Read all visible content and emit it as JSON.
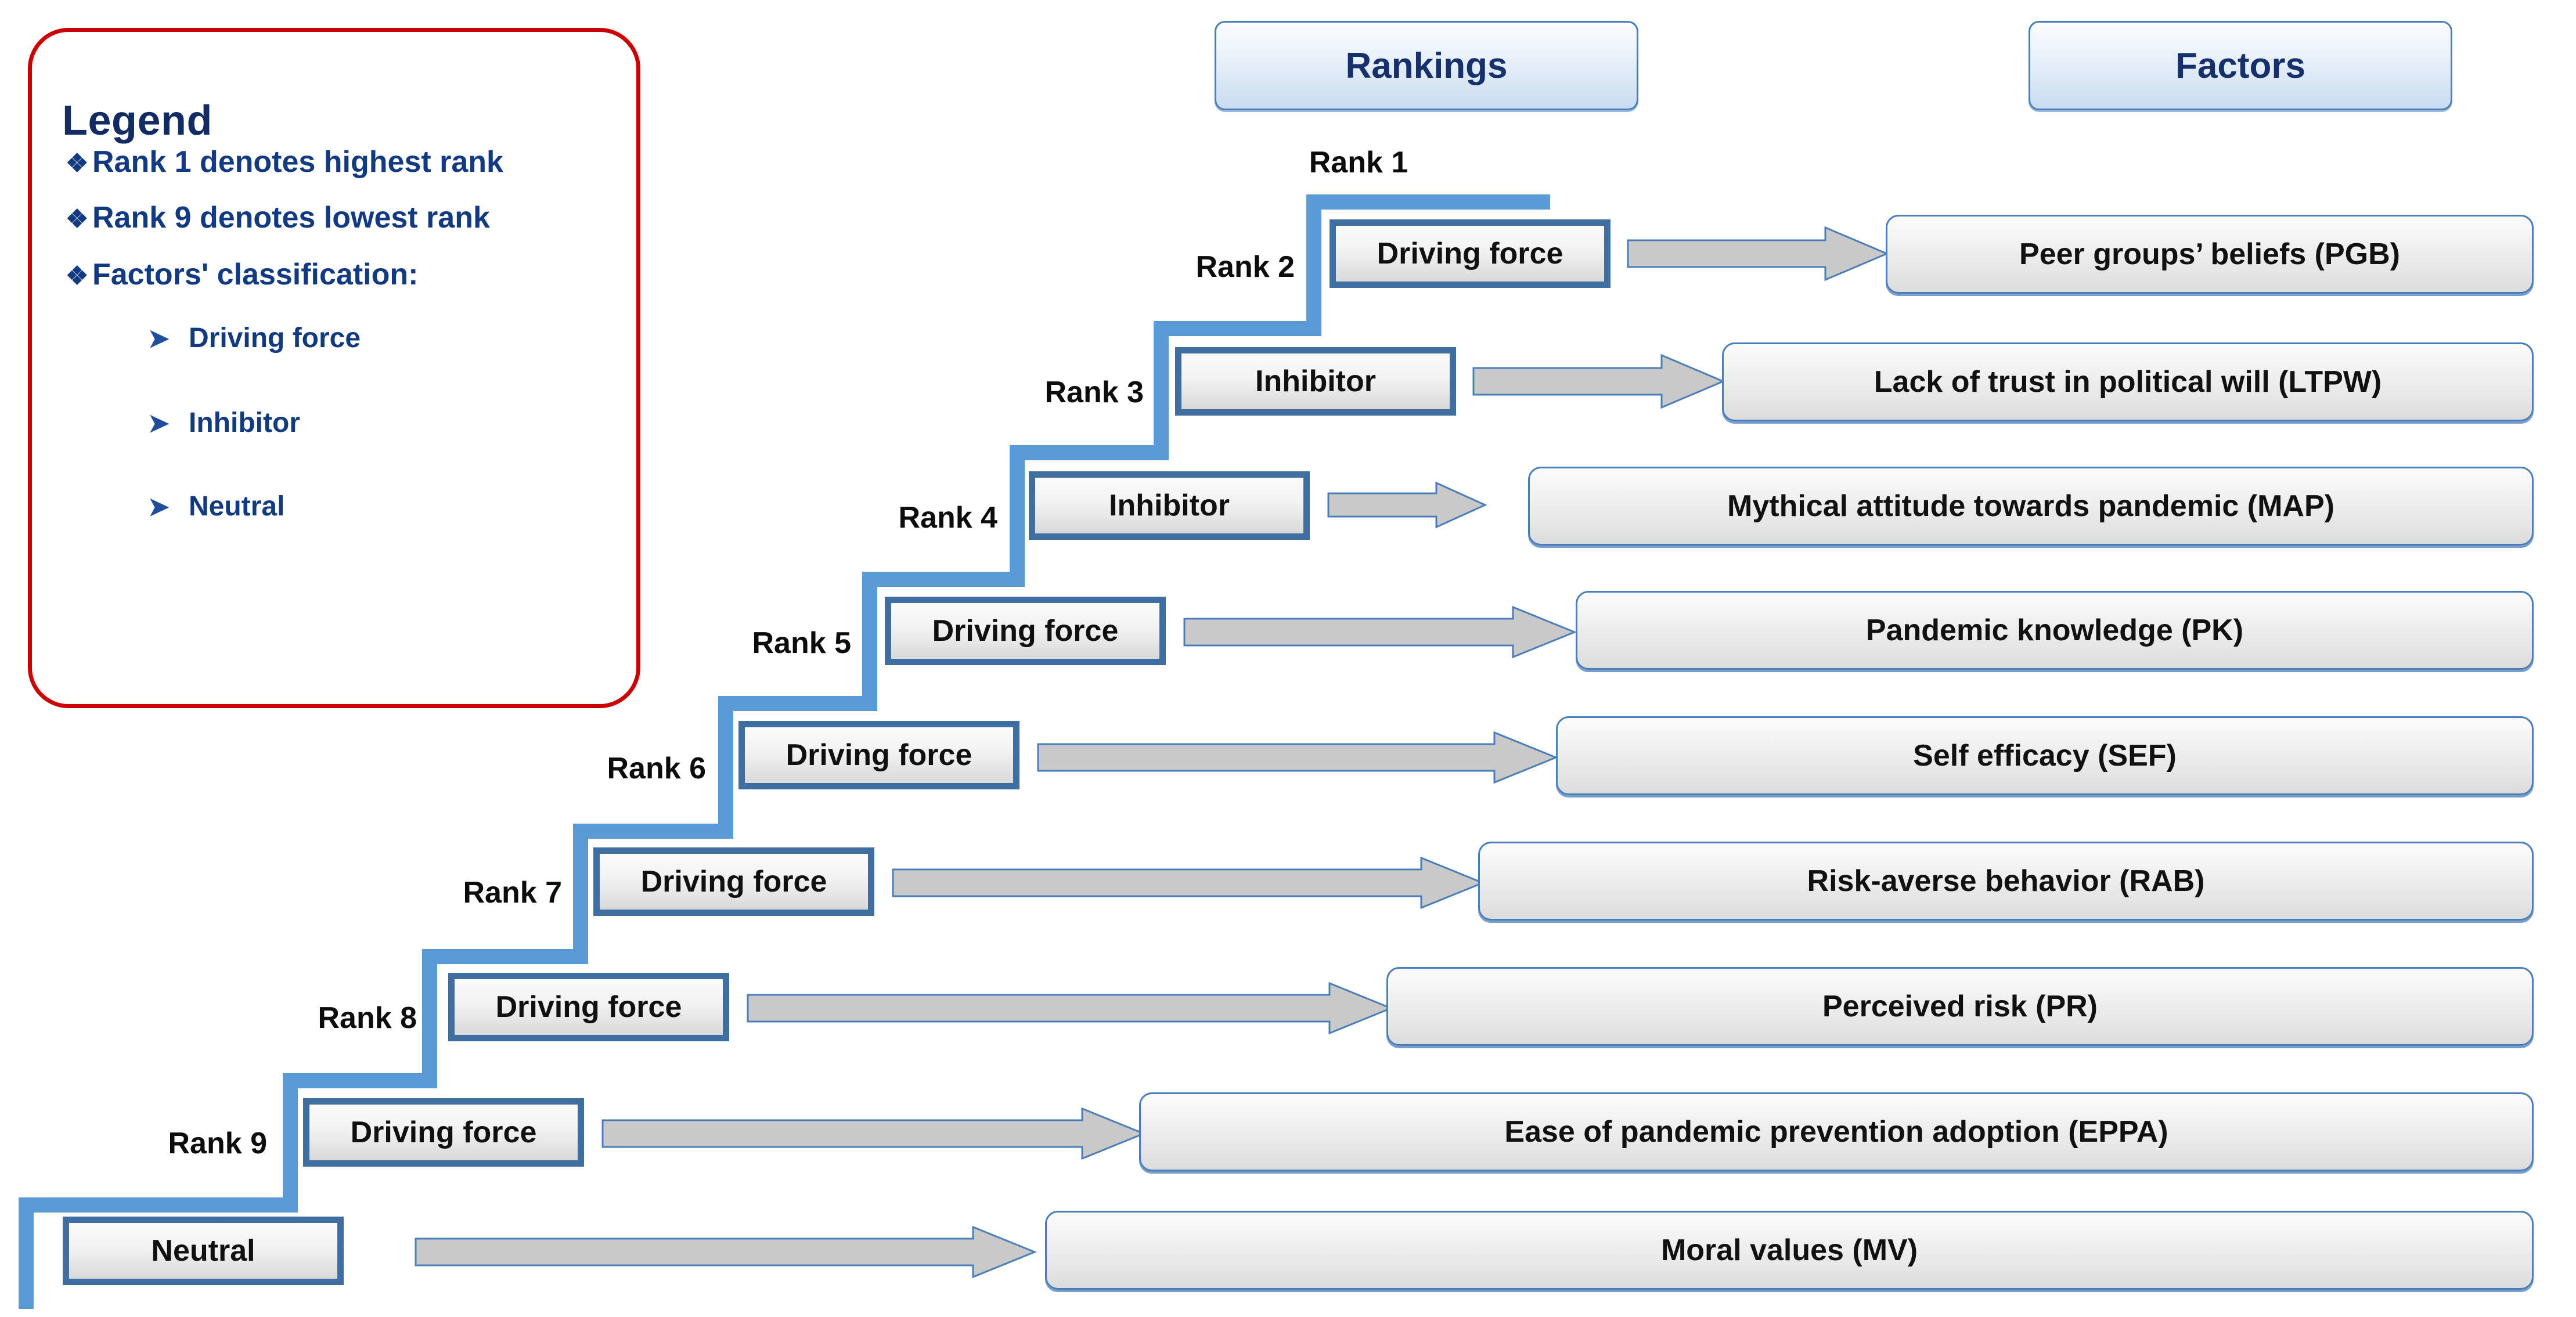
{
  "legend": {
    "title": "Legend",
    "items": [
      {
        "bullet": "diamond",
        "text": "Rank 1 denotes highest rank"
      },
      {
        "bullet": "diamond",
        "text": "Rank 9 denotes lowest rank"
      },
      {
        "bullet": "diamond",
        "text": "Factors' classification:"
      },
      {
        "bullet": "arrow",
        "text": "Driving force"
      },
      {
        "bullet": "arrow",
        "text": "Inhibitor"
      },
      {
        "bullet": "arrow",
        "text": "Neutral"
      }
    ],
    "border_color": "#CC0000",
    "text_color": "#123A83"
  },
  "headers": {
    "rankings": "Rankings",
    "factors": "Factors"
  },
  "colors": {
    "stair_line": "#5B9BD5",
    "class_box_border": "#3E6FA0",
    "arrow_fill": "#C9C9C9",
    "arrow_stroke": "#4A7EBB",
    "pill_border": "#4A7EBB",
    "legend_border": "#CC0000",
    "header_text": "#16306B"
  },
  "chart_data": {
    "type": "table",
    "title": "Rankings and Factors",
    "columns": [
      "Rank",
      "Classification",
      "Factor"
    ],
    "rows": [
      {
        "rank": "Rank 1",
        "classification": "Driving force",
        "factor": "Peer groups’ beliefs (PGB)"
      },
      {
        "rank": "Rank 2",
        "classification": "Inhibitor",
        "factor": "Lack of trust in political will (LTPW)"
      },
      {
        "rank": "Rank 3",
        "classification": "Inhibitor",
        "factor": "Mythical attitude towards pandemic (MAP)"
      },
      {
        "rank": "Rank 4",
        "classification": "Driving force",
        "factor": "Pandemic knowledge (PK)"
      },
      {
        "rank": "Rank 5",
        "classification": "Driving force",
        "factor": "Self efficacy (SEF)"
      },
      {
        "rank": "Rank 6",
        "classification": "Driving force",
        "factor": "Risk-averse behavior (RAB)"
      },
      {
        "rank": "Rank 7",
        "classification": "Driving force",
        "factor": "Perceived risk (PR)"
      },
      {
        "rank": "Rank 8",
        "classification": "Driving force",
        "factor": "Ease of pandemic prevention adoption (EPPA)"
      },
      {
        "rank": "Rank 9",
        "classification": "Neutral",
        "factor": "Moral values (MV)"
      }
    ]
  },
  "rows": [
    {
      "rank_label": "Rank 1",
      "classification": "Driving force",
      "factor": "Peer groups’ beliefs (PGB)"
    },
    {
      "rank_label": "Rank 2",
      "classification": "Inhibitor",
      "factor": "Lack of trust in political will (LTPW)"
    },
    {
      "rank_label": "Rank 3",
      "classification": "Inhibitor",
      "factor": "Mythical attitude towards pandemic (MAP)"
    },
    {
      "rank_label": "Rank 4",
      "classification": "Driving force",
      "factor": "Pandemic knowledge (PK)"
    },
    {
      "rank_label": "Rank 5",
      "classification": "Driving force",
      "factor": "Self efficacy (SEF)"
    },
    {
      "rank_label": "Rank 6",
      "classification": "Driving force",
      "factor": "Risk-averse behavior (RAB)"
    },
    {
      "rank_label": "Rank 7",
      "classification": "Driving force",
      "factor": "Perceived risk (PR)"
    },
    {
      "rank_label": "Rank 8",
      "classification": "Driving force",
      "factor": "Ease of pandemic prevention adoption (EPPA)"
    },
    {
      "rank_label": "Rank 9",
      "classification": "Neutral",
      "factor": "Moral values (MV)"
    }
  ]
}
